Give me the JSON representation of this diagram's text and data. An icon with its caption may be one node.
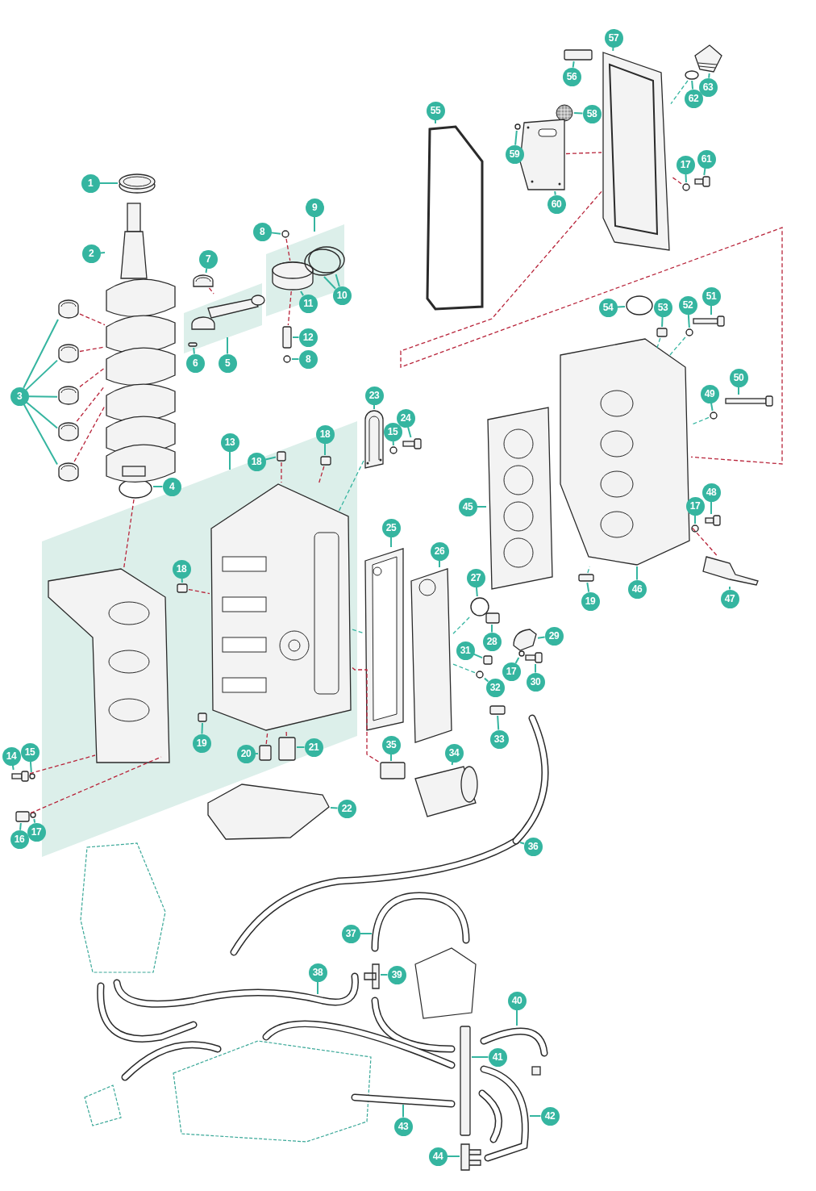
{
  "diagram": {
    "nodes": [
      {
        "text": [
          "1"
        ]
      },
      {
        "text": [
          "2"
        ]
      },
      {
        "text": [
          "3"
        ]
      },
      {
        "text": [
          "4"
        ],
        "in": 71
      },
      {
        "text": [
          "5"
        ]
      },
      {
        "text": [
          "6"
        ]
      },
      {
        "text": [
          "7"
        ]
      },
      {
        "text": [
          "8"
        ]
      },
      {
        "text": [
          "9"
        ]
      },
      {
        "text": [
          "10"
        ]
      },
      {
        "text": [
          "11"
        ],
        "in": 73
      },
      {
        "text": [
          "12"
        ]
      },
      {
        "text": [
          "8"
        ]
      },
      {
        "text": [
          "13"
        ],
        "in": 71
      },
      {
        "text": [
          "18"
        ],
        "in": 71
      },
      {
        "text": [
          "18"
        ],
        "in": 71
      },
      {
        "text": [
          "14"
        ]
      },
      {
        "text": [
          "15"
        ]
      },
      {
        "text": [
          "16"
        ]
      },
      {
        "text": [
          "17"
        ]
      },
      {
        "text": [
          "18"
        ],
        "in": 71
      },
      {
        "text": [
          "19"
        ],
        "in": 71
      },
      {
        "text": [
          "20"
        ],
        "in": 71
      },
      {
        "text": [
          "21"
        ],
        "in": 71
      },
      {
        "text": [
          "22"
        ],
        "in": 71
      },
      {
        "text": [
          "23"
        ]
      },
      {
        "text": [
          "15"
        ]
      },
      {
        "text": [
          "24"
        ]
      },
      {
        "text": [
          "25"
        ]
      },
      {
        "text": [
          "26"
        ]
      },
      {
        "text": [
          "27"
        ]
      },
      {
        "text": [
          "28"
        ]
      },
      {
        "text": [
          "29"
        ]
      },
      {
        "text": [
          "31"
        ]
      },
      {
        "text": [
          "32"
        ]
      },
      {
        "text": [
          "17"
        ]
      },
      {
        "text": [
          "30"
        ]
      },
      {
        "text": [
          "33"
        ]
      },
      {
        "text": [
          "34"
        ]
      },
      {
        "text": [
          "35"
        ]
      },
      {
        "text": [
          "36"
        ]
      },
      {
        "text": [
          "37"
        ]
      },
      {
        "text": [
          "38"
        ]
      },
      {
        "text": [
          "39"
        ]
      },
      {
        "text": [
          "40"
        ]
      },
      {
        "text": [
          "41"
        ]
      },
      {
        "text": [
          "42"
        ]
      },
      {
        "text": [
          "43"
        ]
      },
      {
        "text": [
          "44"
        ]
      },
      {
        "text": [
          "45"
        ]
      },
      {
        "text": [
          "46"
        ]
      },
      {
        "text": [
          "47"
        ]
      },
      {
        "text": [
          "48"
        ]
      },
      {
        "text": [
          "17"
        ]
      },
      {
        "text": [
          "19"
        ]
      },
      {
        "text": [
          "49"
        ]
      },
      {
        "text": [
          "50"
        ]
      },
      {
        "text": [
          "51"
        ]
      },
      {
        "text": [
          "52"
        ]
      },
      {
        "text": [
          "53"
        ]
      },
      {
        "text": [
          "54"
        ]
      },
      {
        "text": [
          "55"
        ]
      },
      {
        "text": [
          "56"
        ]
      },
      {
        "text": [
          "57"
        ]
      },
      {
        "text": [
          "58"
        ]
      },
      {
        "text": [
          "59"
        ]
      },
      {
        "text": [
          "60"
        ]
      },
      {
        "text": [
          "61"
        ]
      },
      {
        "text": [
          "17"
        ]
      },
      {
        "text": [
          "62"
        ]
      },
      {
        "text": [
          "63"
        ]
      },
      {
        "text": [],
        "shape": "band"
      },
      {
        "text": [],
        "shape": "band"
      },
      {
        "text": [],
        "shape": "band"
      },
      {
        "text": [],
        "shape": "picture"
      },
      {
        "text": [],
        "shape": "picture"
      },
      {
        "text": [],
        "shape": "picture"
      },
      {
        "text": [],
        "shape": "picture"
      },
      {
        "text": [],
        "shape": "picture"
      },
      {
        "text": [],
        "shape": "picture",
        "in": 71
      },
      {
        "text": [],
        "shape": "picture",
        "in": 71
      },
      {
        "text": [],
        "shape": "circle",
        "in": 71
      },
      {
        "text": [],
        "shape": "picture",
        "in": 72
      },
      {
        "text": [],
        "shape": "box",
        "in": 72
      },
      {
        "text": [],
        "shape": "picture"
      },
      {
        "text": [],
        "shape": "circle",
        "in": 73
      },
      {
        "text": [],
        "shape": "picture",
        "in": 73
      },
      {
        "text": [],
        "shape": "circle",
        "in": 73
      },
      {
        "text": [],
        "shape": "circle",
        "in": 73
      },
      {
        "text": [],
        "shape": "box"
      },
      {
        "text": [],
        "shape": "circle"
      },
      {
        "text": [],
        "shape": "box",
        "in": 71
      },
      {
        "text": [],
        "shape": "box",
        "in": 71
      },
      {
        "text": [],
        "shape": "box",
        "in": 71
      },
      {
        "text": [],
        "shape": "picture",
        "in": 71
      },
      {
        "text": [],
        "shape": "picture",
        "in": 71
      },
      {
        "text": [],
        "shape": "box",
        "in": 71
      },
      {
        "text": [],
        "shape": "box",
        "in": 71
      },
      {
        "text": [],
        "shape": "box",
        "in": 71
      },
      {
        "text": [],
        "shape": "picture",
        "in": 71
      },
      {
        "text": [],
        "shape": "picture"
      },
      {
        "text": [],
        "shape": "circle"
      },
      {
        "text": [],
        "shape": "box"
      },
      {
        "text": [],
        "shape": "circle"
      },
      {
        "text": [],
        "shape": "picture"
      },
      {
        "text": [],
        "shape": "circle"
      },
      {
        "text": [],
        "shape": "picture"
      },
      {
        "text": [],
        "shape": "picture"
      },
      {
        "text": [],
        "shape": "picture"
      },
      {
        "text": [],
        "shape": "circle"
      },
      {
        "text": [],
        "shape": "box"
      },
      {
        "text": [],
        "shape": "picture"
      },
      {
        "text": [],
        "shape": "box"
      },
      {
        "text": [],
        "shape": "circle"
      },
      {
        "text": [],
        "shape": "circle"
      },
      {
        "text": [],
        "shape": "picture"
      },
      {
        "text": [],
        "shape": "box"
      },
      {
        "text": [],
        "shape": "picture"
      },
      {
        "text": [],
        "shape": "box"
      },
      {
        "text": [],
        "shape": "picture"
      },
      {
        "text": [],
        "shape": "picture"
      },
      {
        "text": [],
        "shape": "picture"
      },
      {
        "text": [],
        "shape": "picture"
      },
      {
        "text": [],
        "shape": "picture"
      },
      {
        "text": [],
        "shape": "box"
      },
      {
        "text": [],
        "shape": "picture"
      },
      {
        "text": [],
        "shape": "picture"
      },
      {
        "text": [],
        "shape": "picture"
      },
      {
        "text": [],
        "shape": "picture"
      },
      {
        "text": [],
        "shape": "picture"
      },
      {
        "text": [],
        "shape": "picture"
      },
      {
        "text": [],
        "shape": "picture"
      },
      {
        "text": [],
        "shape": "circle"
      },
      {
        "text": [],
        "shape": "box"
      },
      {
        "text": [],
        "shape": "circle"
      },
      {
        "text": [],
        "shape": "picture"
      },
      {
        "text": [],
        "shape": "picture"
      },
      {
        "text": [],
        "shape": "circle"
      },
      {
        "text": [],
        "shape": "box"
      },
      {
        "text": [],
        "shape": "circle"
      },
      {
        "text": [],
        "shape": "picture"
      },
      {
        "text": [],
        "shape": "box"
      },
      {
        "text": [],
        "shape": "picture"
      },
      {
        "text": [],
        "shape": "picture"
      },
      {
        "text": [],
        "shape": "circle"
      },
      {
        "text": [],
        "shape": "picture"
      },
      {
        "text": [],
        "shape": "picture"
      },
      {
        "text": [],
        "shape": "circle"
      },
      {
        "text": [],
        "shape": "circle"
      },
      {
        "text": [],
        "shape": "picture"
      }
    ],
    "edges": [
      {
        "from": 0,
        "to": 74,
        "arrow": "none"
      },
      {
        "from": 1,
        "to": 75,
        "arrow": "none"
      },
      {
        "from": 2,
        "to": 76,
        "arrow": "none"
      },
      {
        "from": 2,
        "to": 77,
        "arrow": "none"
      },
      {
        "from": 2,
        "to": 78,
        "arrow": "none"
      },
      {
        "from": 2,
        "to": 79,
        "arrow": "none"
      },
      {
        "from": 2,
        "to": 80,
        "arrow": "none"
      },
      {
        "from": 3,
        "to": 81,
        "arrow": "none"
      },
      {
        "from": 4,
        "to": 72,
        "arrow": "none"
      },
      {
        "from": 5,
        "to": 83,
        "arrow": "none"
      },
      {
        "from": 6,
        "to": 84,
        "arrow": "none"
      },
      {
        "from": 7,
        "to": 85,
        "arrow": "none"
      },
      {
        "from": 8,
        "to": 73,
        "arrow": "none"
      },
      {
        "from": 9,
        "to": 87,
        "arrow": "none"
      },
      {
        "from": 9,
        "to": 88,
        "arrow": "none"
      },
      {
        "from": 10,
        "to": 86,
        "arrow": "none"
      },
      {
        "from": 11,
        "to": 89,
        "arrow": "none"
      },
      {
        "from": 12,
        "to": 90,
        "arrow": "none"
      },
      {
        "from": 13,
        "to": 71,
        "arrow": "none"
      },
      {
        "from": 14,
        "to": 91,
        "arrow": "none"
      },
      {
        "from": 15,
        "to": 92,
        "arrow": "none"
      },
      {
        "from": 16,
        "to": 100,
        "arrow": "none"
      },
      {
        "from": 17,
        "to": 101,
        "arrow": "none"
      },
      {
        "from": 18,
        "to": 102,
        "arrow": "none"
      },
      {
        "from": 19,
        "to": 103,
        "arrow": "none"
      },
      {
        "from": 20,
        "to": 93,
        "arrow": "none"
      },
      {
        "from": 21,
        "to": 96,
        "arrow": "none"
      },
      {
        "from": 22,
        "to": 97,
        "arrow": "none"
      },
      {
        "from": 23,
        "to": 98,
        "arrow": "none"
      },
      {
        "from": 24,
        "to": 99,
        "arrow": "none"
      },
      {
        "from": 25,
        "to": 104,
        "arrow": "none"
      },
      {
        "from": 26,
        "to": 105,
        "arrow": "none"
      },
      {
        "from": 27,
        "to": 106,
        "arrow": "none"
      },
      {
        "from": 28,
        "to": 107,
        "arrow": "none"
      },
      {
        "from": 29,
        "to": 108,
        "arrow": "none"
      },
      {
        "from": 30,
        "to": 109,
        "arrow": "none"
      },
      {
        "from": 31,
        "to": 110,
        "arrow": "none"
      },
      {
        "from": 32,
        "to": 111,
        "arrow": "none"
      },
      {
        "from": 33,
        "to": 112,
        "arrow": "none"
      },
      {
        "from": 34,
        "to": 113,
        "arrow": "none"
      },
      {
        "from": 35,
        "to": 114,
        "arrow": "none"
      },
      {
        "from": 36,
        "to": 115,
        "arrow": "none"
      },
      {
        "from": 37,
        "to": 116,
        "arrow": "none"
      },
      {
        "from": 38,
        "to": 117,
        "arrow": "none"
      },
      {
        "from": 39,
        "to": 118,
        "arrow": "none"
      },
      {
        "from": 40,
        "to": 119,
        "arrow": "none"
      },
      {
        "from": 41,
        "to": 120,
        "arrow": "none"
      },
      {
        "from": 42,
        "to": 121,
        "arrow": "none"
      },
      {
        "from": 43,
        "to": 122,
        "arrow": "none"
      },
      {
        "from": 44,
        "to": 123,
        "arrow": "none"
      },
      {
        "from": 45,
        "to": 124,
        "arrow": "none"
      },
      {
        "from": 46,
        "to": 125,
        "arrow": "none"
      },
      {
        "from": 47,
        "to": 126,
        "arrow": "none"
      },
      {
        "from": 48,
        "to": 127,
        "arrow": "none"
      },
      {
        "from": 49,
        "to": 128,
        "arrow": "none"
      },
      {
        "from": 50,
        "to": 129,
        "arrow": "none"
      },
      {
        "from": 51,
        "to": 130,
        "arrow": "none"
      },
      {
        "from": 52,
        "to": 131,
        "arrow": "none"
      },
      {
        "from": 53,
        "to": 132,
        "arrow": "none"
      },
      {
        "from": 54,
        "to": 133,
        "arrow": "none"
      },
      {
        "from": 55,
        "to": 134,
        "arrow": "none"
      },
      {
        "from": 56,
        "to": 135,
        "arrow": "none"
      },
      {
        "from": 57,
        "to": 136,
        "arrow": "none"
      },
      {
        "from": 58,
        "to": 137,
        "arrow": "none"
      },
      {
        "from": 59,
        "to": 138,
        "arrow": "none"
      },
      {
        "from": 60,
        "to": 139,
        "arrow": "none"
      },
      {
        "from": 61,
        "to": 140,
        "arrow": "none"
      },
      {
        "from": 62,
        "to": 141,
        "arrow": "none"
      },
      {
        "from": 63,
        "to": 142,
        "arrow": "none"
      },
      {
        "from": 64,
        "to": 143,
        "arrow": "none"
      },
      {
        "from": 65,
        "to": 144,
        "arrow": "none"
      },
      {
        "from": 66,
        "to": 145,
        "arrow": "none"
      },
      {
        "from": 67,
        "to": 146,
        "arrow": "none"
      },
      {
        "from": 68,
        "to": 147,
        "arrow": "none"
      },
      {
        "from": 69,
        "to": 148,
        "arrow": "none"
      },
      {
        "from": 70,
        "to": 149,
        "arrow": "none"
      },
      {
        "from": 76,
        "to": 75,
        "arrow": "none",
        "style": "dashed",
        "color": "#b8243a"
      },
      {
        "from": 77,
        "to": 75,
        "arrow": "none",
        "style": "dashed",
        "color": "#b8243a"
      },
      {
        "from": 78,
        "to": 75,
        "arrow": "none",
        "style": "dashed",
        "color": "#b8243a"
      },
      {
        "from": 79,
        "to": 75,
        "arrow": "none",
        "style": "dashed",
        "color": "#b8243a"
      },
      {
        "from": 80,
        "to": 75,
        "arrow": "none",
        "style": "dashed",
        "color": "#b8243a"
      },
      {
        "from": 81,
        "to": 94,
        "arrow": "none",
        "style": "dashed",
        "color": "#b8243a"
      },
      {
        "from": 84,
        "to": 82,
        "arrow": "none",
        "style": "dashed",
        "color": "#b8243a"
      },
      {
        "from": 85,
        "to": 86,
        "arrow": "none",
        "style": "dashed",
        "color": "#b8243a"
      },
      {
        "from": 86,
        "to": 89,
        "arrow": "none",
        "style": "dashed",
        "color": "#b8243a"
      },
      {
        "from": 91,
        "to": 95,
        "arrow": "none",
        "style": "dashed",
        "color": "#b8243a"
      },
      {
        "from": 92,
        "to": 95,
        "arrow": "none",
        "style": "dashed",
        "color": "#b8243a"
      },
      {
        "from": 93,
        "to": 95,
        "arrow": "none",
        "style": "dashed",
        "color": "#b8243a"
      },
      {
        "from": 100,
        "to": 94,
        "arrow": "none",
        "style": "dashed",
        "color": "#b8243a"
      },
      {
        "from": 102,
        "to": 94,
        "arrow": "none",
        "style": "dashed",
        "color": "#b8243a"
      },
      {
        "from": 97,
        "to": 95,
        "arrow": "none",
        "style": "dashed",
        "color": "#b8243a"
      },
      {
        "from": 98,
        "to": 95,
        "arrow": "none",
        "style": "dashed",
        "color": "#b8243a"
      },
      {
        "from": 95,
        "to": 118,
        "arrow": "none",
        "style": "dashed",
        "color": "#b8243a"
      },
      {
        "from": 145,
        "to": 142,
        "arrow": "none",
        "style": "dashed",
        "color": "#b8243a"
      },
      {
        "from": 142,
        "to": 129,
        "arrow": "none",
        "style": "dashed",
        "color": "#b8243a"
      },
      {
        "from": 130,
        "to": 129,
        "arrow": "none",
        "style": "dashed",
        "color": "#b8243a"
      },
      {
        "from": 147,
        "to": 142,
        "arrow": "none",
        "style": "dashed",
        "color": "#b8243a"
      },
      {
        "from": 104,
        "to": 95,
        "arrow": "none",
        "style": "dashed"
      },
      {
        "from": 95,
        "to": 107,
        "arrow": "none",
        "style": "dashed"
      },
      {
        "from": 109,
        "to": 108,
        "arrow": "none",
        "style": "dashed"
      },
      {
        "from": 113,
        "to": 108,
        "arrow": "none",
        "style": "dashed"
      },
      {
        "from": 134,
        "to": 129,
        "arrow": "none",
        "style": "dashed"
      },
      {
        "from": 137,
        "to": 129,
        "arrow": "none",
        "style": "dashed"
      },
      {
        "from": 138,
        "to": 129,
        "arrow": "none",
        "style": "dashed"
      },
      {
        "from": 133,
        "to": 129,
        "arrow": "none",
        "style": "dashed"
      },
      {
        "from": 148,
        "to": 142,
        "arrow": "none",
        "style": "dashed"
      }
    ]
  }
}
